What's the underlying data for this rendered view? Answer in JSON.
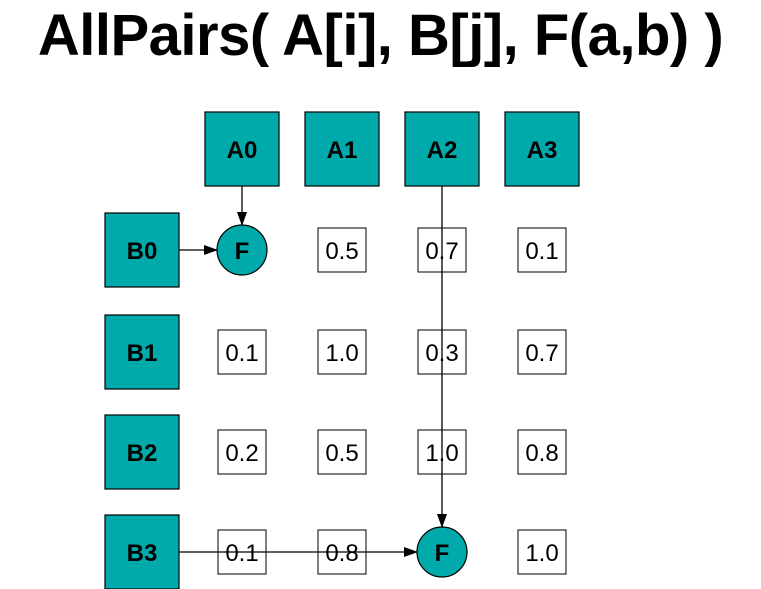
{
  "title": "AllPairs( A[i], B[j], F(a,b) )",
  "colors": {
    "node_fill": "#00aaaa",
    "stroke": "#000000",
    "cell_fill": "#ffffff"
  },
  "a_nodes": [
    "A0",
    "A1",
    "A2",
    "A3"
  ],
  "b_nodes": [
    "B0",
    "B1",
    "B2",
    "B3"
  ],
  "function_label": "F",
  "matrix": [
    [
      "F",
      "0.5",
      "0.7",
      "0.1"
    ],
    [
      "0.1",
      "1.0",
      "0.3",
      "0.7"
    ],
    [
      "0.2",
      "0.5",
      "1.0",
      "0.8"
    ],
    [
      "0.1",
      "0.8",
      "F",
      "1.0"
    ]
  ],
  "function_cells": [
    {
      "row": 0,
      "col": 0
    },
    {
      "row": 3,
      "col": 2
    }
  ]
}
